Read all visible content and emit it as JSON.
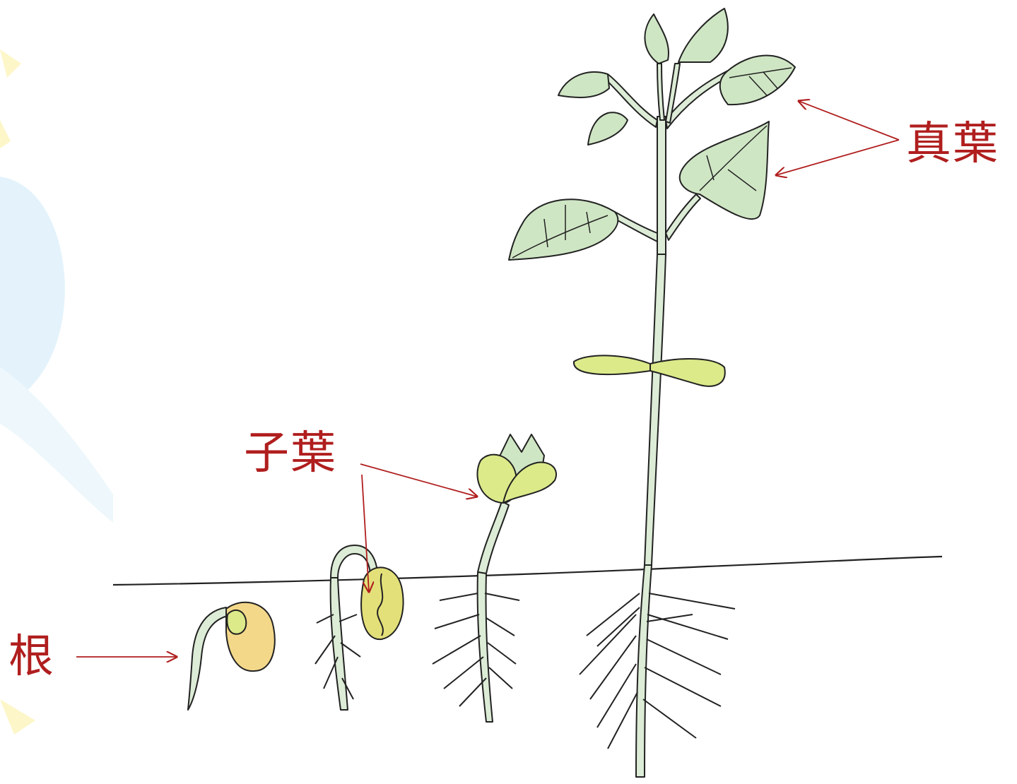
{
  "labels": {
    "true_leaves": "真葉",
    "cotyledon": "子葉",
    "root": "根"
  },
  "colors": {
    "label_red": "#b01e1e",
    "arrow_red": "#b01e1e",
    "leaf_green": "#cfe6c4",
    "stem_green": "#dcecd6",
    "cotyledon_yellow_green": "#dcea8a",
    "seed_yellow": "#f3d88a",
    "background_tint": "#e4f3fb"
  },
  "stages": [
    "seed-radicle",
    "hook-seedling",
    "cotyledon-seedling",
    "mature-plant"
  ]
}
